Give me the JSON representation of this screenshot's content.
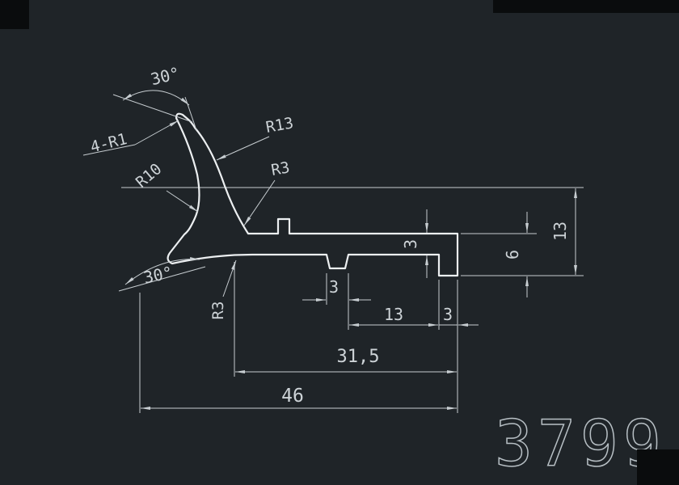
{
  "drawing": {
    "part_number": "3799",
    "colors": {
      "background": "#1f2428",
      "profile_line": "#eceff1",
      "dimension_line": "#c7cdd1",
      "dimension_text": "#cdd3d7"
    },
    "dims": {
      "angle_top": "30°",
      "corner_radius_group": "4-R1",
      "radius_outer": "R13",
      "radius_inner": "R10",
      "radius_top_fillet": "R3",
      "angle_bottom": "30°",
      "radius_bottom_fillet": "R3",
      "plate_thickness": "3",
      "notch_width": "3",
      "notch_to_step": "13",
      "end_step_width": "3",
      "end_height": "6",
      "overall_height": "13",
      "flange_length": "31,5",
      "overall_width": "46"
    }
  }
}
